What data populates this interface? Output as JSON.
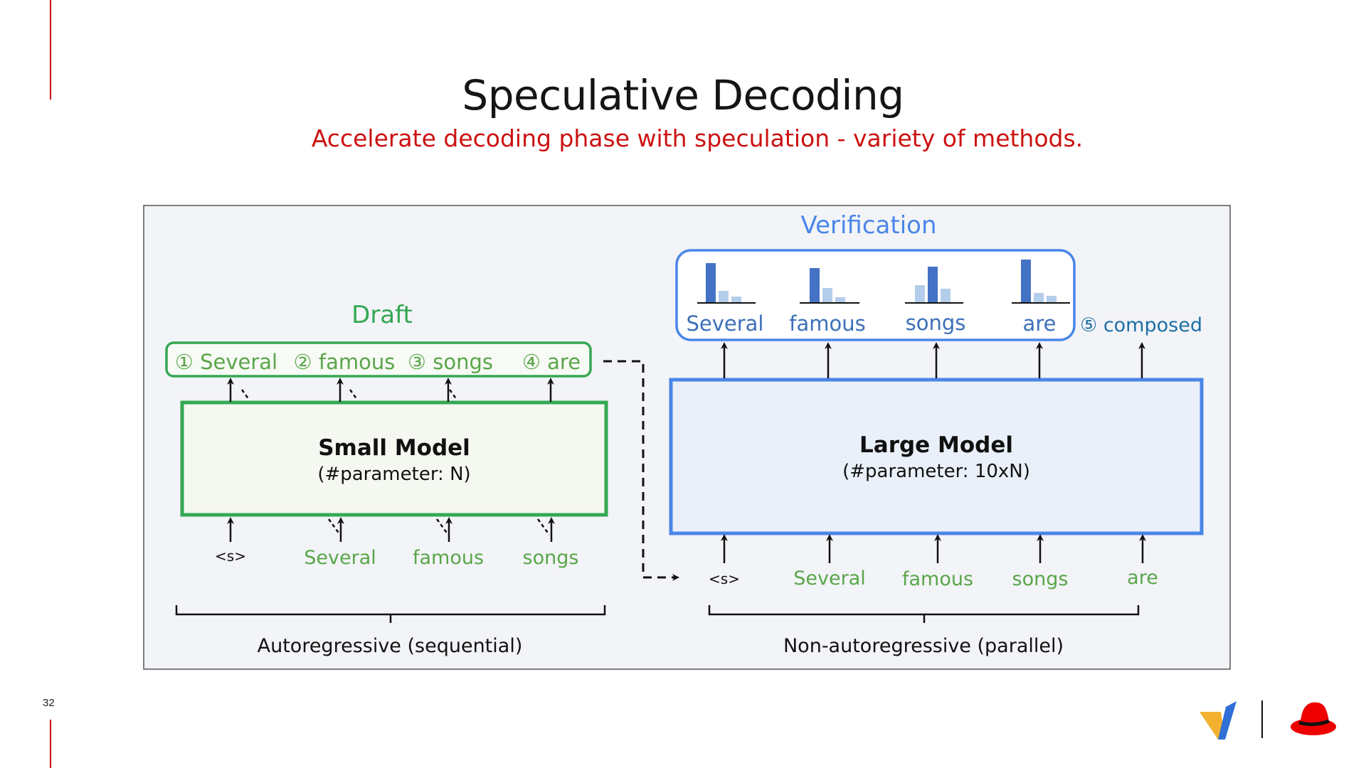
{
  "slide": {
    "title": "Speculative Decoding",
    "subtitle": "Accelerate decoding phase with speculation - variety of methods.",
    "page_number": "32"
  },
  "diagram": {
    "draft": {
      "heading": "Draft",
      "outputs": [
        "① Several",
        "② famous",
        "③ songs",
        "④ are"
      ],
      "inputs": [
        "<s>",
        "Several",
        "famous",
        "songs"
      ],
      "model_name": "Small Model",
      "model_params": "(#parameter: N)",
      "brace_label": "Autoregressive (sequential)"
    },
    "verification": {
      "heading": "Verification",
      "tokens": [
        "Several",
        "famous",
        "songs",
        "are"
      ],
      "extra_token": "⑤ composed",
      "inputs": [
        "<s>",
        "Several",
        "famous",
        "songs",
        "are"
      ],
      "model_name": "Large Model",
      "model_params": "(#parameter: 10xN)",
      "brace_label": "Non-autoregressive (parallel)"
    }
  },
  "colors": {
    "accent_red": "#cc0000",
    "draft_green": "#34a853",
    "verify_blue": "#4a86e8",
    "bar_dark": "#4472c4",
    "bar_light": "#b4cdea",
    "panel_bg": "#f2f4f7"
  },
  "logos": [
    "vllm-logo",
    "redhat-logo"
  ]
}
